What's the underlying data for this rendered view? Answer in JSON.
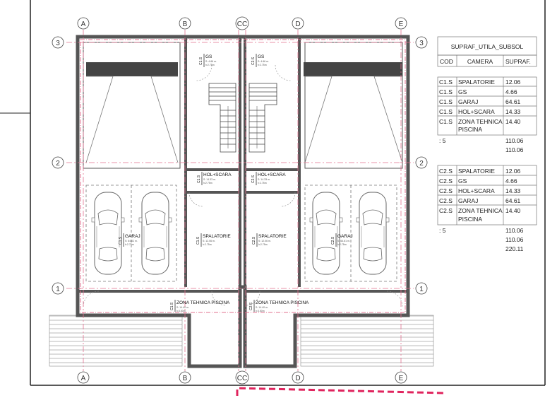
{
  "grid": {
    "letters": [
      "A",
      "B",
      "CC",
      "D",
      "E"
    ],
    "numbers": [
      "3",
      "2",
      "1"
    ]
  },
  "rooms": {
    "gs_left": {
      "name": "GS",
      "code": "C1.S",
      "sub1": "S: 4.66 m.",
      "sub2": "h:2.75m"
    },
    "gs_right": {
      "name": "GS",
      "code": "C2.S",
      "sub1": "S: 4.66 m.",
      "sub2": "h:2.75m"
    },
    "hol_left": {
      "name": "HOL+SCARA",
      "code": "C1.S",
      "sub1": "S: 14.33 m.",
      "sub2": "h:2.75m"
    },
    "hol_right": {
      "name": "HOL+SCARA",
      "code": "C2.S",
      "sub1": "S: 14.33 m.",
      "sub2": "h:2.75m"
    },
    "spal_left": {
      "name": "SPALATORIE",
      "code": "C1.S",
      "sub1": "S: 12.06 m.",
      "sub2": "h:2.75m"
    },
    "spal_right": {
      "name": "SPALATORIE",
      "code": "C2.S",
      "sub1": "S: 12.06 m.",
      "sub2": "h:2.75m"
    },
    "garaj_left": {
      "name": "GARAJ",
      "code": "C1.S",
      "sub1": "S: 64.61 m.",
      "sub2": "h:2.75m"
    },
    "garaj_right": {
      "name": "GARAJ",
      "code": "C2.S",
      "sub1": "S: 64.61 m.",
      "sub2": "h:2.75m"
    },
    "zona_left": {
      "name": "ZONA TEHNICA PISCINA",
      "code": "C1.S",
      "sub1": "S: 14.40 m.",
      "sub2": "h:3.50m"
    },
    "zona_right": {
      "name": "ZONA TEHNICA PISCINA",
      "code": "C2.S",
      "sub1": "S: 14.40 m.",
      "sub2": "h:3.50m"
    }
  },
  "table": {
    "title": "SUPRAF_UTILA_SUBSOL",
    "headers": [
      "COD",
      "CAMERA",
      "SUPRAF."
    ],
    "group1": [
      {
        "cod": "C1.S",
        "camera": "SPALATORIE",
        "supraf": "12.06"
      },
      {
        "cod": "C1.S",
        "camera": "GS",
        "supraf": "4.66"
      },
      {
        "cod": "C1.S",
        "camera": "GARAJ",
        "supraf": "64.61"
      },
      {
        "cod": "C1.S",
        "camera": "HOL+SCARA",
        "supraf": "14.33"
      },
      {
        "cod": "C1.S",
        "camera": "ZONA TEHNICA",
        "camera2": "PISCINA",
        "supraf": "14.40"
      }
    ],
    "group1_count": ": 5",
    "group1_total": "110.06",
    "group1_total2": "110.06",
    "group2": [
      {
        "cod": "C2.S",
        "camera": "SPALATORIE",
        "supraf": "12.06"
      },
      {
        "cod": "C2.S",
        "camera": "GS",
        "supraf": "4.66"
      },
      {
        "cod": "C2.S",
        "camera": "HOL+SCARA",
        "supraf": "14.33"
      },
      {
        "cod": "C2.S",
        "camera": "GARAJ",
        "supraf": "64.61"
      },
      {
        "cod": "C2.S",
        "camera": "ZONA TEHNICA",
        "camera2": "PISCINA",
        "supraf": "14.40"
      }
    ],
    "group2_count": ": 5",
    "group2_total": "110.06",
    "group2_total2": "110.06",
    "grand_total": "220.11"
  },
  "colors": {
    "gridline": "#e2708f",
    "wall": "#555555",
    "accent_dash": "#e0245e"
  }
}
